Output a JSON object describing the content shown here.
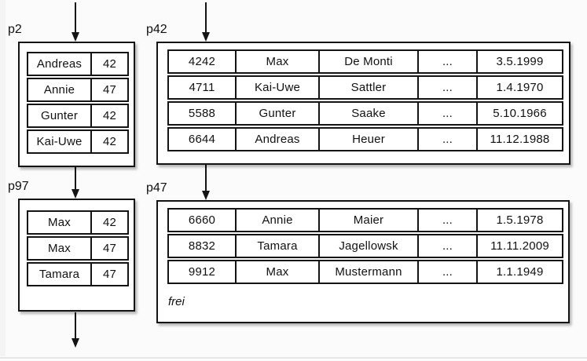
{
  "colors": {
    "background": "#fbfbfb",
    "box_fill": "#ffffff",
    "line": "#141414",
    "edge_strip": "#f4f4f4",
    "bottom_rule": "#e7e7e7"
  },
  "pages": {
    "p2": {
      "label": "p2",
      "rows": [
        [
          "Andreas",
          "42"
        ],
        [
          "Annie",
          "47"
        ],
        [
          "Gunter",
          "42"
        ],
        [
          "Kai-Uwe",
          "42"
        ]
      ]
    },
    "p97": {
      "label": "p97",
      "rows": [
        [
          "Max",
          "42"
        ],
        [
          "Max",
          "47"
        ],
        [
          "Tamara",
          "47"
        ]
      ]
    },
    "p42": {
      "label": "p42",
      "rows": [
        [
          "4242",
          "Max",
          "De Monti",
          "...",
          "3.5.1999"
        ],
        [
          "4711",
          "Kai-Uwe",
          "Sattler",
          "...",
          "1.4.1970"
        ],
        [
          "5588",
          "Gunter",
          "Saake",
          "...",
          "5.10.1966"
        ],
        [
          "6644",
          "Andreas",
          "Heuer",
          "...",
          "11.12.1988"
        ]
      ]
    },
    "p47": {
      "label": "p47",
      "rows": [
        [
          "6660",
          "Annie",
          "Maier",
          "...",
          "1.5.1978"
        ],
        [
          "8832",
          "Tamara",
          "Jagellowsk",
          "...",
          "11.11.2009"
        ],
        [
          "9912",
          "Max",
          "Mustermann",
          "...",
          "1.1.1949"
        ]
      ],
      "free_label": "frei"
    }
  }
}
